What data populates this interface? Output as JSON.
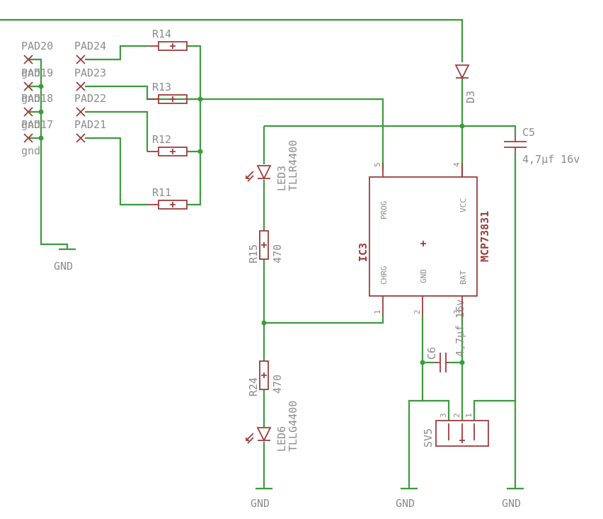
{
  "pads": {
    "left": [
      "PAD20",
      "PAD19",
      "PAD18",
      "PAD17"
    ],
    "left_overlap": [
      "gnd",
      "gnd",
      "gnd",
      "gnd"
    ],
    "right": [
      "PAD24",
      "PAD23",
      "PAD22",
      "PAD21"
    ]
  },
  "resistors": {
    "r14": "R14",
    "r13": "R13",
    "r12": "R12",
    "r11": "R11",
    "r15": "R15",
    "r15_value": "470",
    "r24": "R24",
    "r24_value": "470"
  },
  "diodes": {
    "d3": "D3",
    "led3": "LED3",
    "led3_part": "TLLR4400",
    "led6": "LED6",
    "led6_part": "TLLG4400"
  },
  "capacitors": {
    "c5": "C5",
    "c5_value": "4,7µf 16v",
    "c6": "C6",
    "c6_value": "4,7µf 16v"
  },
  "ic": {
    "name": "IC3",
    "part": "MCP73831",
    "pins": {
      "prog": "PROG",
      "vcc": "VCC",
      "chrg": "CHRG",
      "gnd": "GND",
      "bat": "BAT"
    },
    "pin_numbers": {
      "prog": "5",
      "vcc": "4",
      "chrg": "1",
      "gnd": "2",
      "bat": "3"
    }
  },
  "connector": {
    "name": "SV5",
    "pin_numbers": [
      "3",
      "2",
      "1"
    ]
  },
  "grounds": [
    "GND",
    "GND",
    "GND",
    "GND"
  ],
  "colors": {
    "wire": "#3c9b3c",
    "part": "#9b3c3c",
    "label": "#8c8c8c",
    "background": "#ffffff"
  }
}
